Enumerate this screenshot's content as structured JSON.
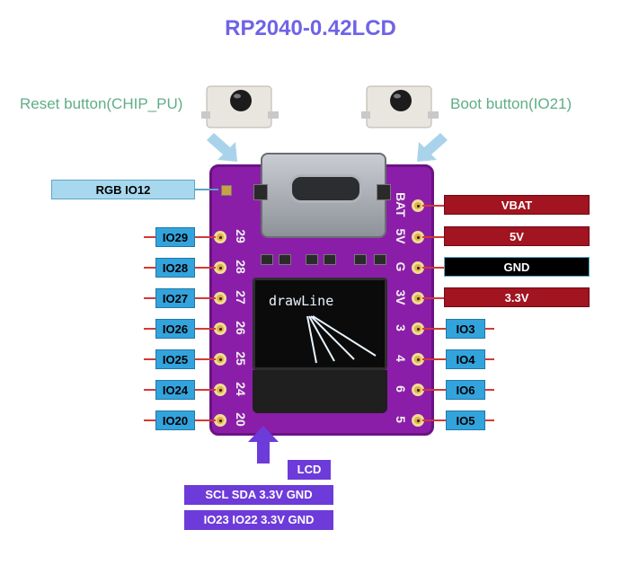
{
  "title": "RP2040-0.42LCD",
  "captions": {
    "reset": "Reset button(CHIP_PU)",
    "boot": "Boot button(IO21)"
  },
  "labels": {
    "rgb": "RGB IO12",
    "left_pins": [
      "IO29",
      "IO28",
      "IO27",
      "IO26",
      "IO25",
      "IO24",
      "IO20"
    ],
    "right_power": [
      "VBAT",
      "5V",
      "GND",
      "3.3V"
    ],
    "right_io": [
      "IO3",
      "IO4",
      "IO6",
      "IO5"
    ],
    "lcd": "LCD",
    "lcd_row1": "SCL SDA 3.3V GND",
    "lcd_row2": "IO23 IO22 3.3V GND"
  },
  "silkscreen": {
    "left": [
      "29",
      "28",
      "27",
      "26",
      "25",
      "24",
      "20"
    ],
    "right": [
      "BAT",
      "5V",
      "G",
      "3V",
      "3",
      "4",
      "6",
      "5"
    ]
  },
  "oled_text": "drawLine",
  "colors": {
    "title": "#6f63e8",
    "caption": "#5fae86",
    "io_label": "#33a3dc",
    "power_label": "#a11420",
    "gnd_label": "#000000",
    "lcd_label": "#6d3bd9",
    "pcb": "#8b1ea8"
  }
}
